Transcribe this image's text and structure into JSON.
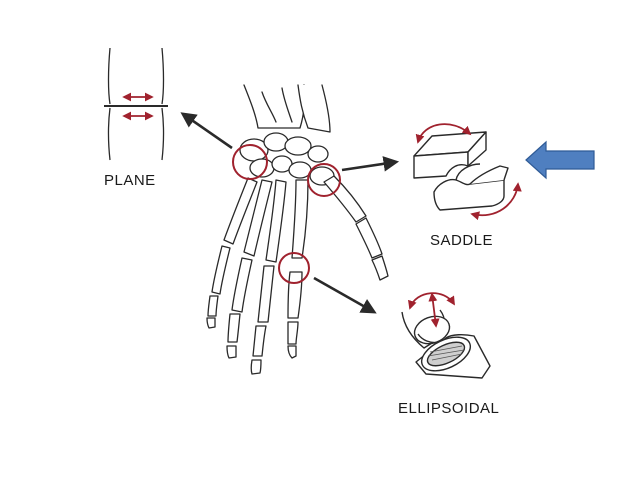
{
  "labels": {
    "plane": "PLANE",
    "saddle": "SADDLE",
    "ellipsoidal": "ELLIPSOIDAL"
  },
  "colors": {
    "background": "#ffffff",
    "line": "#2a2a2a",
    "joint_marker": "#a0222e",
    "pointer_arrow_fill": "#4f7fc0",
    "pointer_arrow_stroke": "#2f5b96"
  },
  "icons": {
    "pointer": "blue-left-arrow-icon",
    "joint_marker": "red-circle-icon",
    "motion": "curved-double-arrow-icon"
  }
}
